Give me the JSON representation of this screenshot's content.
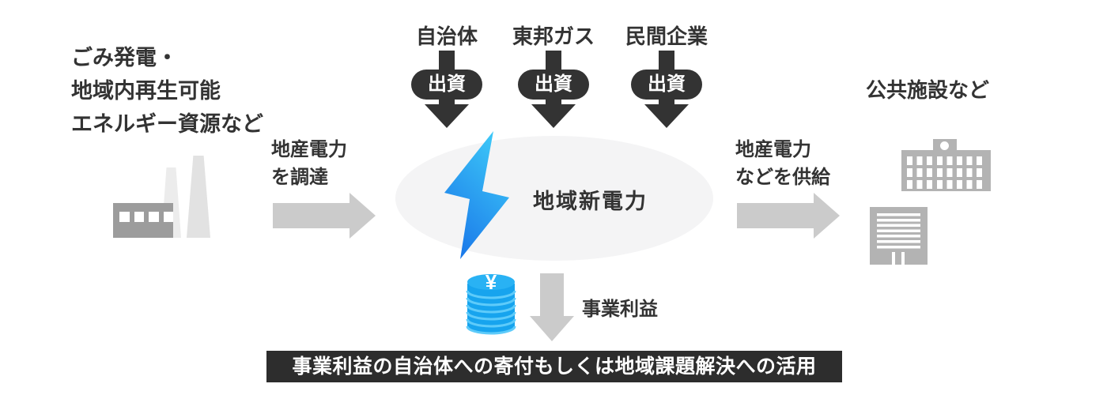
{
  "source": {
    "lines": [
      "ごみ発電・",
      "地域内再生可能",
      "エネルギー資源など"
    ]
  },
  "investors": [
    {
      "name": "自治体",
      "badge": "出資"
    },
    {
      "name": "東邦ガス",
      "badge": "出資"
    },
    {
      "name": "民間企業",
      "badge": "出資"
    }
  ],
  "procure": {
    "lines": [
      "地産電力",
      "を調達"
    ]
  },
  "company": {
    "name": "地域新電力"
  },
  "supply": {
    "lines": [
      "地産電力",
      "などを供給"
    ]
  },
  "destination": {
    "label": "公共施設など"
  },
  "profit": {
    "label": "事業利益",
    "coin_symbol": "¥"
  },
  "banner": {
    "text": "事業利益の自治体への寄付もしくは地域課題解決への活用"
  },
  "icons": {
    "lightning-icon": "blue gradient bolt",
    "profit-coins-icon": "blue yen coin stack",
    "factory-icon": "gray factory with two chimneys",
    "school-building-icon": "public facility with clock",
    "office-building-icon": "striped office block",
    "invest-arrow-icon": "dark down arrow with pill badge",
    "procure-arrow-icon": "gray right arrow",
    "supply-arrow-icon": "gray right arrow",
    "profit-arrow-icon": "gray down arrow"
  },
  "colors": {
    "dark": "#333333",
    "banner_bg": "#2d2d2d",
    "gray_arrow": "#cbcbcb",
    "ellipse_bg": "#f4f4f5",
    "bolt_light": "#3dc9f8",
    "bolt_dark": "#1a77e9",
    "coin_blue": "#17a4ee",
    "coin_stripe": "#5ecbfa",
    "building_gray": "#b3b3b3",
    "factory_gray": "#9c9c9c"
  }
}
